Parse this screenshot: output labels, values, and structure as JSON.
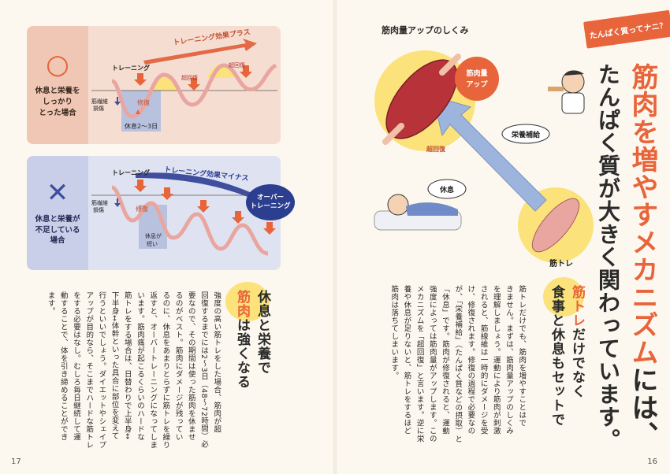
{
  "left_page": {
    "page_number": "17",
    "good_case": {
      "mark": "○",
      "label_lines": [
        "休息と栄養を",
        "しっかり",
        "とった場合"
      ],
      "effect_label": "トレーニング効果プラス",
      "training": "トレーニング",
      "fiber_damage": "筋繊維\n損傷",
      "recovery": "修復",
      "super_recovery": "超回復",
      "rest_days": "休息2〜3日"
    },
    "bad_case": {
      "mark": "✕",
      "label_lines": [
        "休息と栄養が",
        "不足している",
        "場合"
      ],
      "effect_label": "トレーニング効果マイナス",
      "training": "トレーニング",
      "fiber_damage": "筋繊維\n損傷",
      "recovery": "修復",
      "rest_short": "休息が\n短い",
      "overtraining": "オーバー\nトレーニング"
    },
    "heading": {
      "col1": "休息と栄養で",
      "col2_pre": "筋肉",
      "col2_post": "は強くなる"
    },
    "body_columns": [
      "強度の高い筋トレをした場合、筋肉が超",
      "回復するまでには2〜3日（48〜72時間）必",
      "要なので、その期間は使った筋肉を休ませ",
      "るのがベスト。筋肉にダメージが残ってい",
      "るのに、休息をあまりとらずに筋トレを繰り",
      "返すと、オーバートレーニングになってしま",
      "います。筋肉痛が起こるくらいのハードな",
      "筋トレをする場合は、日替わりで上半身↔",
      "下半身↔体幹といった具合に部位を変えて",
      "行うといいでしょう。ダイエットやシェイプ",
      "アップが目的なら、そこまでハードな筋トレ",
      "をする必要はなし。むしろ毎日継続して運",
      "動することで、体を引き締めることができ",
      "ます。"
    ]
  },
  "right_page": {
    "page_number": "16",
    "tab_label": "たんぱく質ってナニ？",
    "title_col1_accent": "筋肉を増やすメカニズム",
    "title_col1_tail": "には、",
    "title_col2": "たんぱく質が大きく関わっています。",
    "diagram": {
      "title": "筋肉量アップのしくみ",
      "muscle_up": "筋肉量\nアップ",
      "nutrition": "栄養補給",
      "rest": "休息",
      "super_recovery": "超回復",
      "training": "筋トレ"
    },
    "heading": {
      "col1": "筋トレだけでなく",
      "col2": "食事と休息もセットで"
    },
    "body_columns": [
      "筋トレだけでも、筋肉を増やすことはで",
      "きません。まずは、筋肉量アップのしくみ",
      "を理解しましょう。運動により筋肉が刺激",
      "されると、筋線維は一時的にダメージを受",
      "け、修復されます。修復の過程で必要なの",
      "が、「栄養補給」（たんぱく質などの摂取）と",
      "「休息」です。筋肉が修復されると、運動",
      "強度によっては筋肉量がアップします。この",
      "メカニズムを「超回復」と言います。逆に栄",
      "養や休息が足りないと、筋トレをするほど",
      "筋肉は落ちてしまいます。"
    ]
  },
  "colors": {
    "accent_orange": "#e8643a",
    "good_bg": "#f6ddd1",
    "bad_bg": "#dfe3f1",
    "navy": "#2c3e8f",
    "highlight_yellow": "#fbe27a"
  }
}
